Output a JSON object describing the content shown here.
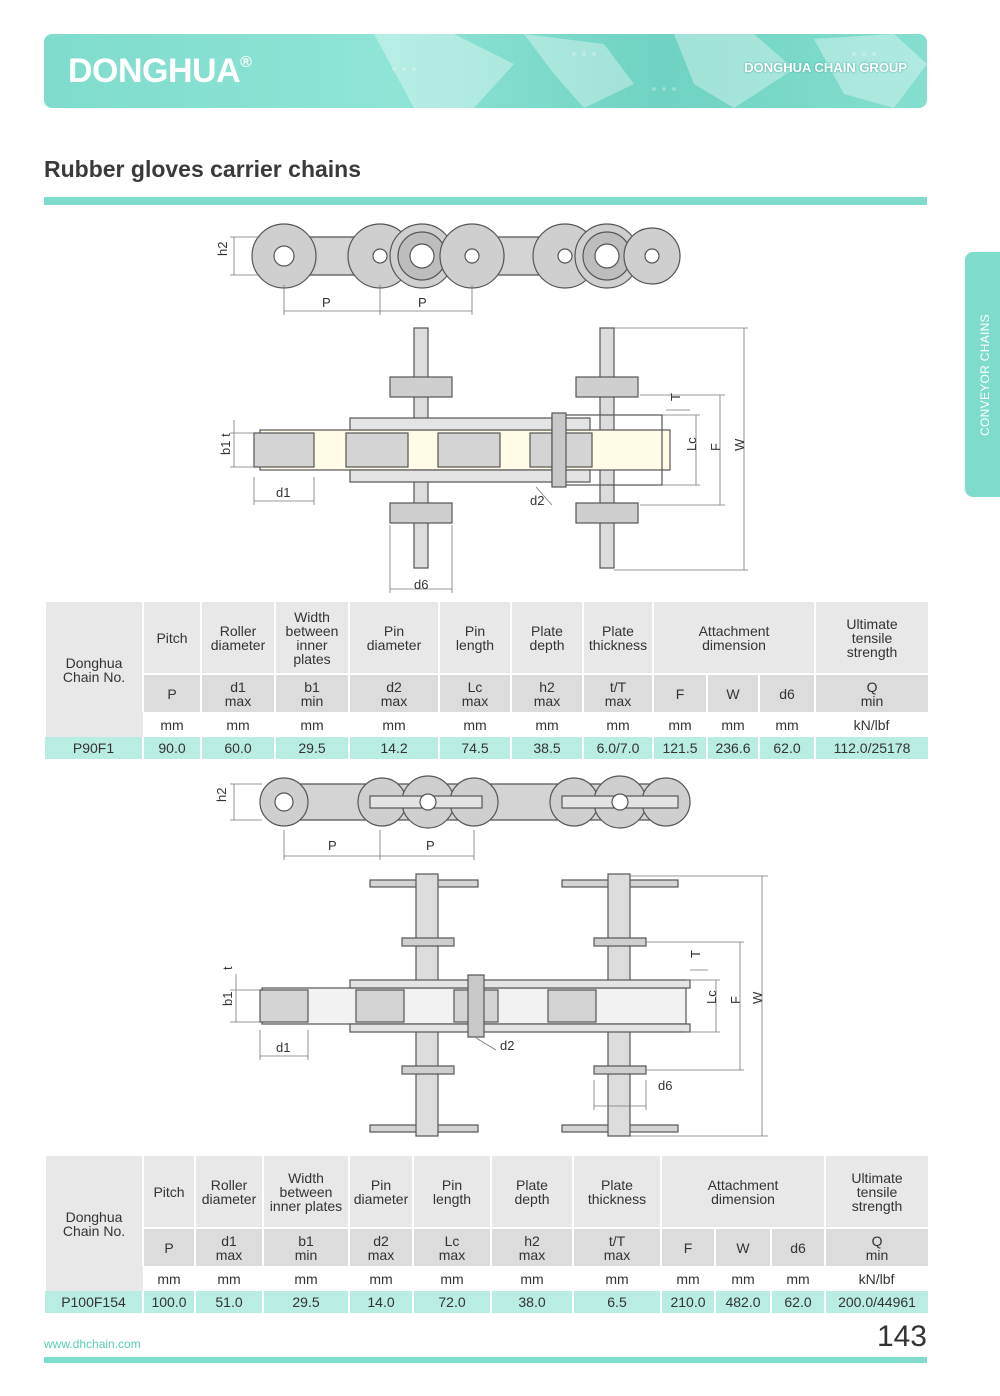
{
  "header": {
    "brand": "DONGHUA",
    "brand_mark": "®",
    "group": "DONGHUA CHAIN GROUP"
  },
  "page_title": "Rubber gloves carrier chains",
  "side_tab": "CONVEYOR CHAINS",
  "drawing_labels": {
    "h2": "h2",
    "p": "P",
    "b1": "b1",
    "t": "t",
    "d1": "d1",
    "d2": "d2",
    "d6": "d6",
    "big_t": "T",
    "lc": "Lc",
    "f": "F",
    "w": "W"
  },
  "table_headers": {
    "chain_no": [
      "Donghua",
      "Chain No."
    ],
    "groups": [
      {
        "label": [
          "Pitch"
        ],
        "symbol": [
          "P"
        ],
        "unit": "mm"
      },
      {
        "label": [
          "Roller",
          "diameter"
        ],
        "symbol": [
          "d1",
          "max"
        ],
        "unit": "mm"
      },
      {
        "label": [
          "Width",
          "between",
          "inner plates"
        ],
        "symbol": [
          "b1",
          "min"
        ],
        "unit": "mm"
      },
      {
        "label": [
          "Pin",
          "diameter"
        ],
        "symbol": [
          "d2",
          "max"
        ],
        "unit": "mm"
      },
      {
        "label": [
          "Pin",
          "length"
        ],
        "symbol": [
          "Lc",
          "max"
        ],
        "unit": "mm"
      },
      {
        "label": [
          "Plate",
          "depth"
        ],
        "symbol": [
          "h2",
          "max"
        ],
        "unit": "mm"
      },
      {
        "label": [
          "Plate",
          "thickness"
        ],
        "symbol": [
          "t/T",
          "max"
        ],
        "unit": "mm"
      }
    ],
    "attachment": {
      "label": [
        "Attachment",
        "dimension"
      ],
      "symbols": [
        "F",
        "W",
        "d6"
      ],
      "units": [
        "mm",
        "mm",
        "mm"
      ]
    },
    "strength": {
      "label": [
        "Ultimate",
        "tensile",
        "strength"
      ],
      "symbol": [
        "Q",
        "min"
      ],
      "unit": "kN/lbf"
    }
  },
  "table1": {
    "rows": [
      [
        "P90F1",
        "90.0",
        "60.0",
        "29.5",
        "14.2",
        "74.5",
        "38.5",
        "6.0/7.0",
        "121.5",
        "236.6",
        "62.0",
        "112.0/25178"
      ]
    ]
  },
  "table2": {
    "rows": [
      [
        "P100F154",
        "100.0",
        "51.0",
        "29.5",
        "14.0",
        "72.0",
        "38.0",
        "6.5",
        "210.0",
        "482.0",
        "62.0",
        "200.0/44961"
      ]
    ]
  },
  "footer": {
    "url": "www.dhchain.com",
    "page": "143"
  },
  "colors": {
    "accent": "#7fdccd",
    "data_row": "#b9ece2",
    "header_cell": "#e8e8e8",
    "symbol_cell": "#dcdcdc"
  }
}
